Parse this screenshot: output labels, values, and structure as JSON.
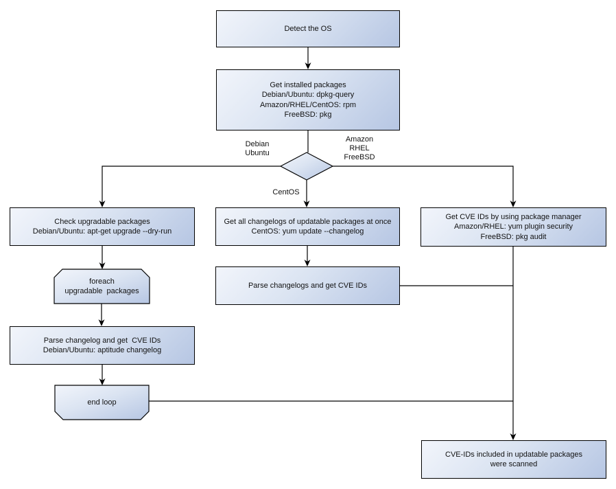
{
  "diagram": {
    "nodes": {
      "detect_os": {
        "label": "Detect the OS"
      },
      "get_installed_packages": {
        "label": "Get installed packages\nDebian/Ubuntu: dpkg-query\nAmazon/RHEL/CentOS: rpm\nFreeBSD: pkg"
      },
      "check_upgradable_packages": {
        "label": "Check upgradable packages\nDebian/Ubuntu: apt-get upgrade --dry-run"
      },
      "foreach_upgradable_packages": {
        "label": "foreach\nupgradable  packages"
      },
      "parse_changelog_left": {
        "label": "Parse changelog and get  CVE IDs\nDebian/Ubuntu: aptitude changelog"
      },
      "end_loop": {
        "label": "end loop"
      },
      "get_all_changelogs": {
        "label": "Get all changelogs of updatable packages at once\nCentOS: yum update --changelog"
      },
      "parse_changelogs_mid": {
        "label": "Parse changelogs and get CVE IDs"
      },
      "get_cve_ids_pkg_manager": {
        "label": "Get CVE IDs by using package manager\nAmazon/RHEL: yum plugin security\nFreeBSD: pkg audit"
      },
      "cve_ids_scanned": {
        "label": "CVE-IDs included in updatable packages\nwere scanned"
      }
    },
    "edge_labels": {
      "debian_ubuntu": "Debian\nUbuntu",
      "amazon_rhel_freebsd": "Amazon\nRHEL\nFreeBSD",
      "centos": "CentOS"
    },
    "colors": {
      "node_fill_light": "#f2f5fb",
      "node_fill_dark": "#b6c6e3",
      "node_border": "#000000",
      "connector": "#000000",
      "text": "#111111",
      "background": "#ffffff"
    }
  }
}
